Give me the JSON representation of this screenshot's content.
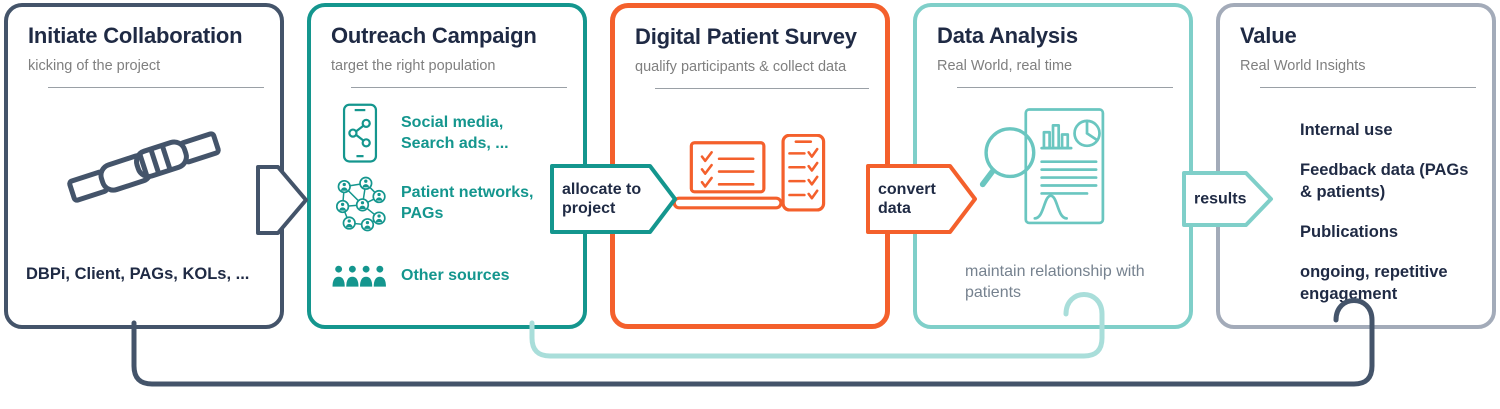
{
  "colors": {
    "slate": "#44546A",
    "teal": "#14968E",
    "orange": "#F4602C",
    "light_teal": "#7FCFC9",
    "gray_border": "#A3ABB9",
    "heading": "#1F2A44",
    "subtitle_gray": "#7F7F7F",
    "loop_light": "#A9DEDA"
  },
  "panels": {
    "initiate": {
      "title": "Initiate Collaboration",
      "subtitle": "kicking of the project",
      "participants": "DBPi, Client, PAGs, KOLs, ..."
    },
    "outreach": {
      "title": "Outreach Campaign",
      "subtitle": "target the right population",
      "items": [
        {
          "icon": "smartphone-share-icon",
          "label": "Social media, Search ads, ..."
        },
        {
          "icon": "patient-network-icon",
          "label": "Patient networks, PAGs"
        },
        {
          "icon": "people-group-icon",
          "label": "Other sources"
        }
      ]
    },
    "survey": {
      "title": "Digital Patient Survey",
      "subtitle": "qualify participants & collect data"
    },
    "analysis": {
      "title": "Data Analysis",
      "subtitle": "Real World, real time",
      "note": "maintain relationship with patients"
    },
    "value": {
      "title": "Value",
      "subtitle": "Real World Insights",
      "items": [
        {
          "label": "Internal use"
        },
        {
          "label": "Feedback data (PAGs & patients)"
        },
        {
          "label": "Publications"
        },
        {
          "label": "ongoing, repetitive engagement"
        }
      ]
    }
  },
  "connectors": {
    "allocate": {
      "label": "allocate to project"
    },
    "convert": {
      "label": "convert data"
    },
    "results": {
      "label": "results"
    }
  }
}
